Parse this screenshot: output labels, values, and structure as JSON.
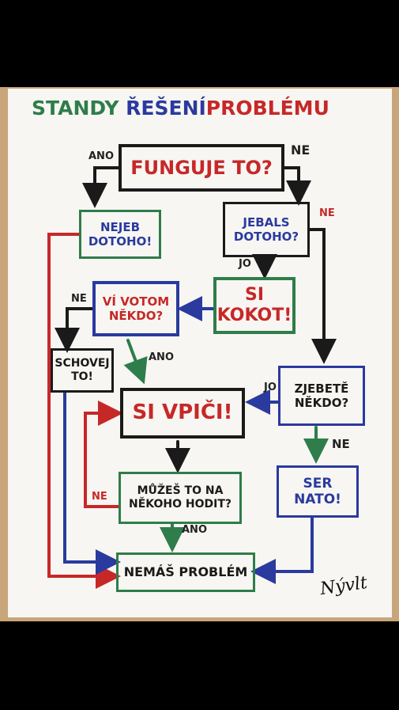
{
  "title": {
    "part1": "STANDY",
    "part2": "ŘEŠENÍ",
    "part3": "PROBLÉMU"
  },
  "nodes": {
    "funguje": "FUNGUJE TO?",
    "nejeb": "NEJEB\nDOTOHO!",
    "jebals": "JEBALS\nDOTOHO?",
    "kokot": "SI\nKOKOT!",
    "vivotom": "VÍ VOTOM\nNĚKDO?",
    "schovej": "SCHOVEJ\nTO!",
    "vpici": "SI VPIČI!",
    "zjebete": "ZJEBETĚ\nNĚKDO?",
    "ser": "SER\nNATO!",
    "muzes": "MŮŽEŠ TO NA\nNĚKOHO HODIT?",
    "nemas": "NEMÁŠ PROBLÉM"
  },
  "labels": {
    "ano1": "ANO",
    "ne1": "NE",
    "ne2": "NE",
    "jo1": "JO",
    "ne3": "NE",
    "ano2": "ANO",
    "jo2": "JO",
    "ne4": "NE",
    "ne5": "NE",
    "ano3": "ANO"
  },
  "signature": "Nývlt",
  "colors": {
    "green": "#2e7d4a",
    "blue": "#2a3a9e",
    "red": "#c62828",
    "black": "#1a1a1a"
  }
}
